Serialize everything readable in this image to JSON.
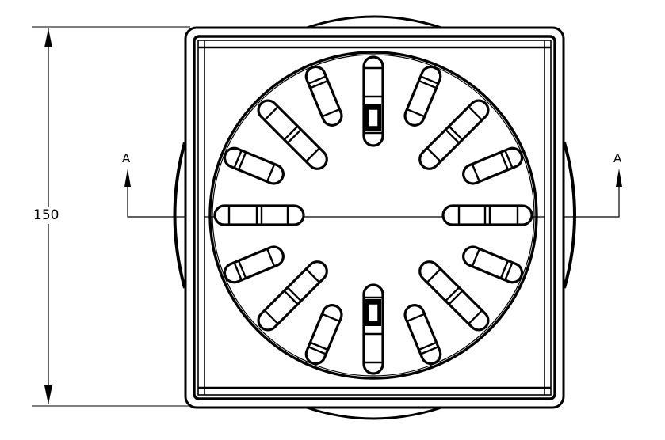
{
  "drawing": {
    "type": "technical-drawing",
    "subject": "square floor drain grate with circular slotted cover (top view)",
    "line_color": "#000000",
    "background": "#ffffff"
  },
  "dimension": {
    "value": "150",
    "orientation": "vertical"
  },
  "section_markers": {
    "left": "A",
    "right": "A"
  },
  "grate": {
    "slot_count": 16,
    "slot_pattern": "radial, alternating long and short slots"
  }
}
